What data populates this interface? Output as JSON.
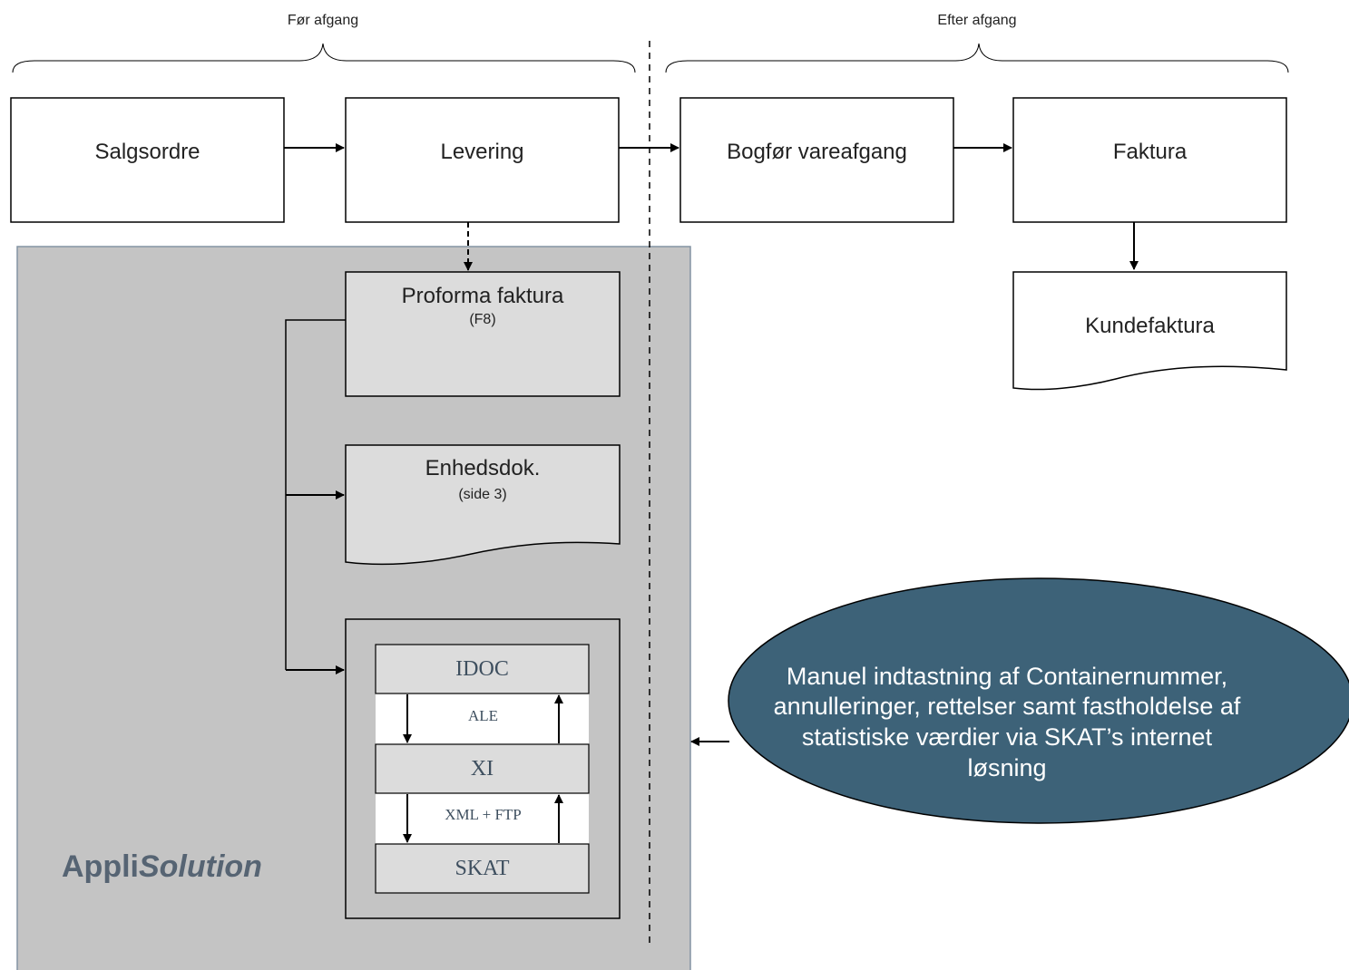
{
  "phases": {
    "before_label": "Før afgang",
    "after_label": "Efter afgang"
  },
  "process": {
    "salgsordre": "Salgsordre",
    "levering": "Levering",
    "bogfor": "Bogfør vareafgang",
    "faktura": "Faktura",
    "kundefaktura": "Kundefaktura"
  },
  "applisolution": {
    "brand_prefix": "Appli",
    "brand_suffix": "Solution",
    "proforma": {
      "title": "Proforma faktura",
      "sub": "(F8)"
    },
    "enhedsdok": {
      "title": "Enhedsdok.",
      "sub": "(side 3)"
    },
    "stack": {
      "idoc": "IDOC",
      "ale": "ALE",
      "xi": "XI",
      "xml_ftp": "XML + FTP",
      "skat": "SKAT"
    }
  },
  "note": {
    "text": "Manuel indtastning af  Containernummer, annulleringer, rettelser samt fastholdelse af statistiske værdier via SKAT’s internet løsning"
  },
  "colors": {
    "panel_fill": "#c4c4c4",
    "panel_border": "#8393a3",
    "doc_fill": "#dcdcdc",
    "note_fill": "#3d6278",
    "brand_text": "#566473"
  }
}
